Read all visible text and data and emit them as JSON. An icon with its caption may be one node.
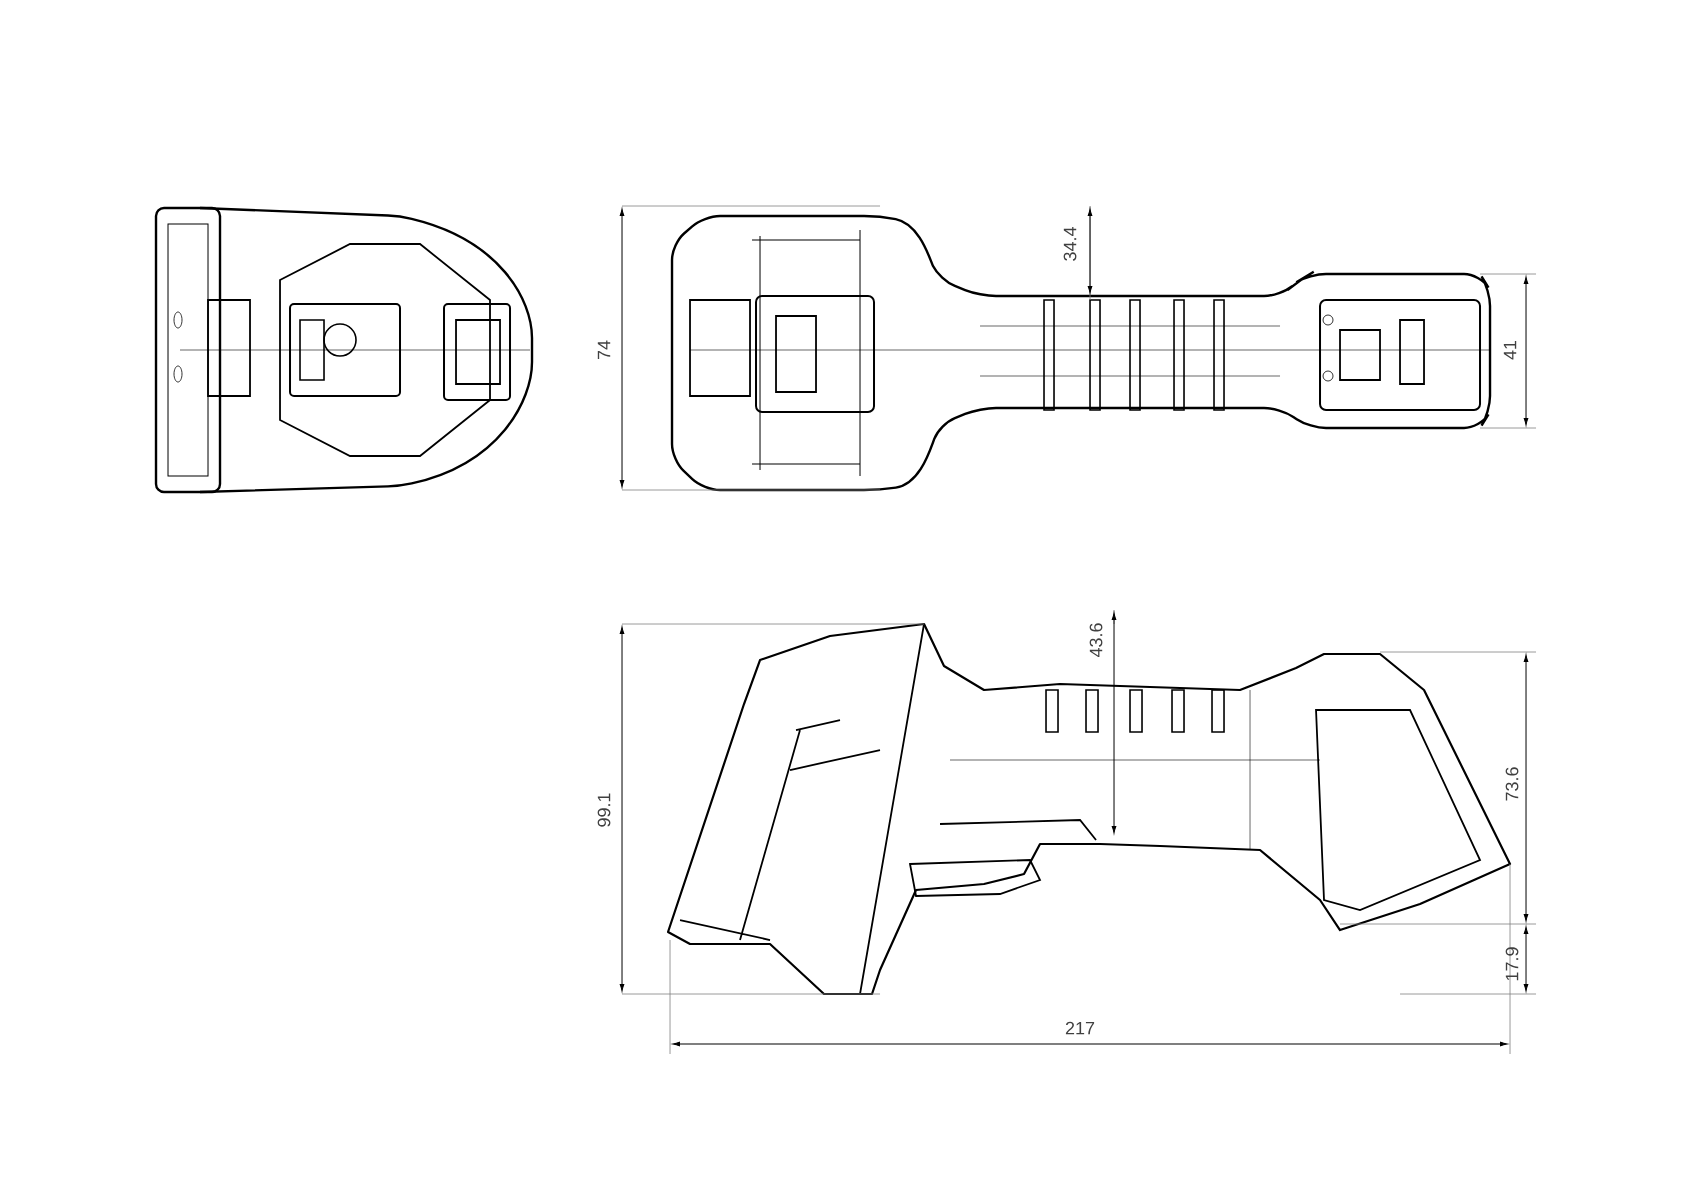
{
  "diagram": {
    "labels": [
      "34.4",
      "74",
      "41",
      "43.6",
      "99.1",
      "73.6",
      "17.9",
      "217"
    ]
  }
}
